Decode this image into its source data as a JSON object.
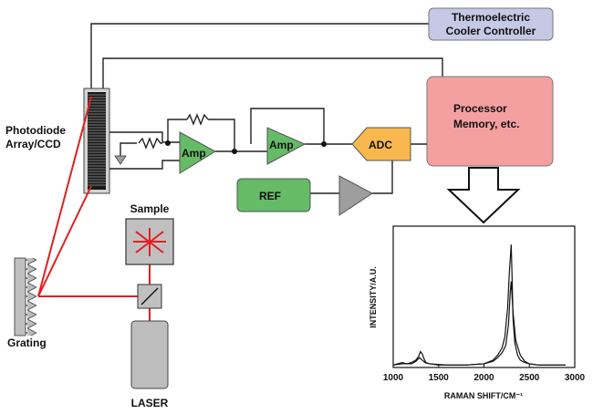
{
  "labels": {
    "thermo_line1": "Thermoelectric",
    "thermo_line2": "Cooler Controller",
    "photodiode_line1": "Photodiode",
    "photodiode_line2": "Array/CCD",
    "processor_line1": "Processor",
    "processor_line2": "Memory, etc.",
    "amp1": "Amp",
    "amp2": "Amp",
    "adc": "ADC",
    "ref": "REF",
    "sample": "Sample",
    "grating": "Grating",
    "laser": "LASER"
  },
  "colors": {
    "thermo_fill": "#c5c9e6",
    "processor_fill": "#f4a0a0",
    "amp_fill": "#66bb66",
    "adc_fill": "#f8b84e",
    "ref_fill": "#66bb66",
    "buffer_fill": "#9e9e9e",
    "beam": "#e02020",
    "component_gray": "#bdbdbd"
  },
  "chart_data": {
    "type": "line",
    "xlabel": "RAMAN SHIFT/CM⁻¹",
    "ylabel": "INTENSITY/A.U.",
    "xlim": [
      1000,
      3000
    ],
    "ylim": [
      0,
      1.15
    ],
    "x_ticks": [
      "1000",
      "1500",
      "2000",
      "2500",
      "3000"
    ],
    "series": [
      {
        "x": [
          1000,
          1050,
          1100,
          1150,
          1200,
          1250,
          1280,
          1300,
          1320,
          1340,
          1360,
          1400,
          1500,
          1600,
          1800,
          2000,
          2100,
          2150,
          2200,
          2230,
          2260,
          2280,
          2300,
          2310,
          2320,
          2340,
          2370,
          2400,
          2450,
          2500,
          2600,
          2800,
          2900
        ],
        "values": [
          0.02,
          0.03,
          0.04,
          0.03,
          0.04,
          0.06,
          0.09,
          0.13,
          0.11,
          0.07,
          0.04,
          0.03,
          0.02,
          0.02,
          0.02,
          0.03,
          0.06,
          0.1,
          0.16,
          0.25,
          0.48,
          0.78,
          1.0,
          0.72,
          0.4,
          0.2,
          0.1,
          0.06,
          0.04,
          0.03,
          0.02,
          0.02,
          0.02
        ]
      },
      {
        "x": [
          1000,
          1100,
          1200,
          1250,
          1290,
          1320,
          1350,
          1400,
          1600,
          1800,
          2000,
          2100,
          2150,
          2200,
          2240,
          2270,
          2290,
          2300,
          2320,
          2350,
          2400,
          2450,
          2500,
          2600,
          2800,
          2900
        ],
        "values": [
          0.02,
          0.03,
          0.03,
          0.05,
          0.08,
          0.06,
          0.04,
          0.03,
          0.02,
          0.02,
          0.03,
          0.05,
          0.08,
          0.12,
          0.18,
          0.35,
          0.62,
          0.7,
          0.45,
          0.22,
          0.1,
          0.05,
          0.03,
          0.02,
          0.02,
          0.02
        ]
      }
    ]
  }
}
